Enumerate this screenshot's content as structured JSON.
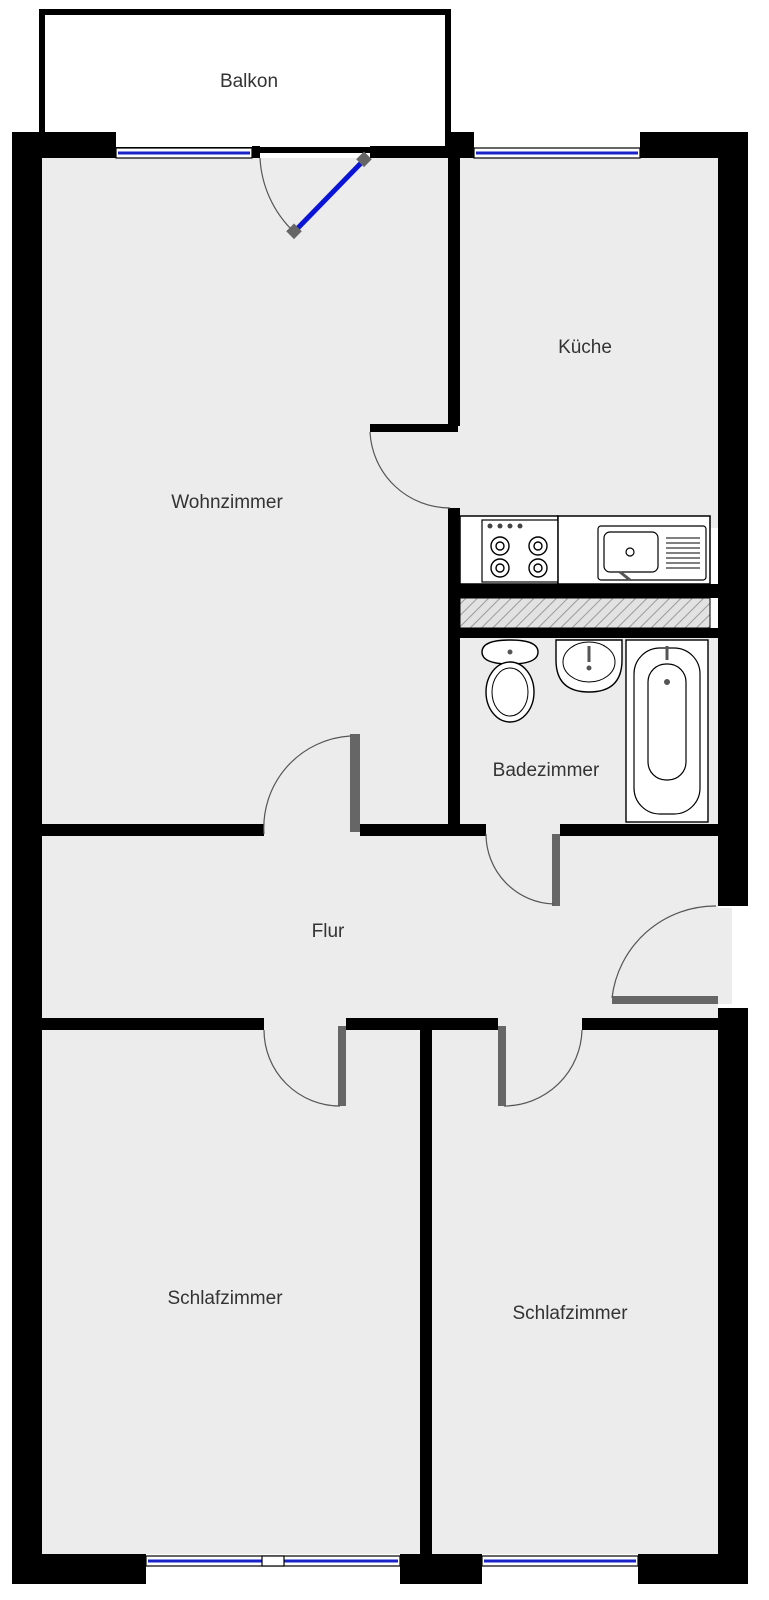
{
  "plan": {
    "rooms": [
      {
        "id": "balkon",
        "label": "Balkon"
      },
      {
        "id": "kueche",
        "label": "Küche"
      },
      {
        "id": "wohnzimmer",
        "label": "Wohnzimmer"
      },
      {
        "id": "badezimmer",
        "label": "Badezimmer"
      },
      {
        "id": "flur",
        "label": "Flur"
      },
      {
        "id": "schlafzimmer-1",
        "label": "Schlafzimmer"
      },
      {
        "id": "schlafzimmer-2",
        "label": "Schlafzimmer"
      }
    ],
    "colors": {
      "floor": "#ececec",
      "wall": "#000000",
      "door": "#666666",
      "window_glass": "#1a23c8",
      "label": "#333333"
    },
    "fixtures": [
      "stove-icon",
      "sink-icon",
      "toilet-icon",
      "washbasin-icon",
      "bathtub-icon"
    ]
  }
}
